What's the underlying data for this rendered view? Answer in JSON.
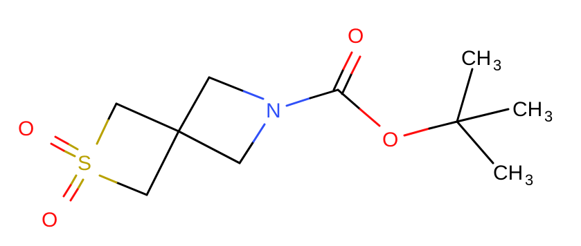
{
  "molecule": {
    "atoms": {
      "sulfur": "S",
      "nitrogen": "N",
      "oxygen_sulfonyl_top": "O",
      "oxygen_sulfonyl_bottom": "O",
      "oxygen_carbonyl": "O",
      "oxygen_ester": "O",
      "methyl_top": "CH",
      "methyl_right": "CH",
      "methyl_bottom": "CH",
      "methyl_subscript": "3"
    },
    "colors": {
      "bond": "#000000",
      "oxygen": "#ff0d0d",
      "nitrogen": "#3050f8",
      "sulfur": "#b8a100",
      "carbon": "#000000"
    }
  }
}
